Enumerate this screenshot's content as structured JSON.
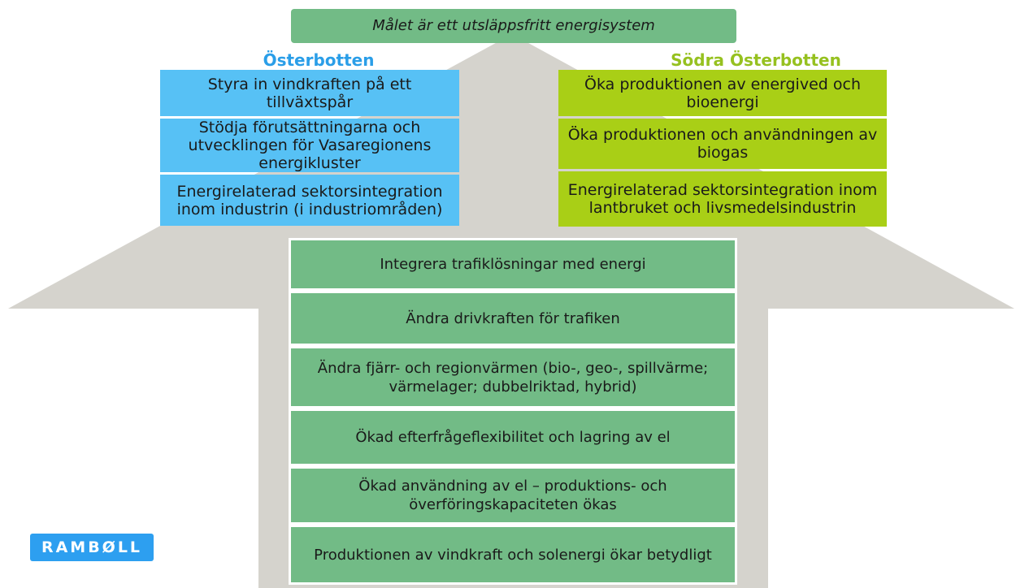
{
  "goal": "Målet är ett utsläppsfritt energisystem",
  "left": {
    "title": "Österbotten",
    "items": [
      "Styra in vindkraften på ett tillväxtspår",
      "Stödja förutsättningarna och utvecklingen för Vasaregionens energikluster",
      "Energirelaterad sektorsintegration inom industrin (i industriområden)"
    ]
  },
  "right": {
    "title": "Södra Österbotten",
    "items": [
      "Öka produktionen av energived och bioenergi",
      "Öka produktionen och användningen av biogas",
      "Energirelaterad sektorsintegration inom lantbruket och livsmedelsindustrin"
    ]
  },
  "center": {
    "items": [
      "Integrera trafiklösningar med energi",
      "Ändra drivkraften för trafiken",
      "Ändra fjärr- och regionvärmen (bio-, geo-, spillvärme; värmelager; dubbelriktad, hybrid)",
      "Ökad efterfrågeflexibilitet och lagring av el",
      "Ökad användning av el – produktions- och överföringskapaciteten ökas",
      "Produktionen av vindkraft och solenergi ökar betydligt"
    ]
  },
  "logo": "RAMBØLL",
  "colors": {
    "arrow": "#d5d3cd",
    "green": "#72bb86",
    "blue": "#57c1f5",
    "lime": "#a9cf16",
    "brand": "#2d9ff0"
  }
}
